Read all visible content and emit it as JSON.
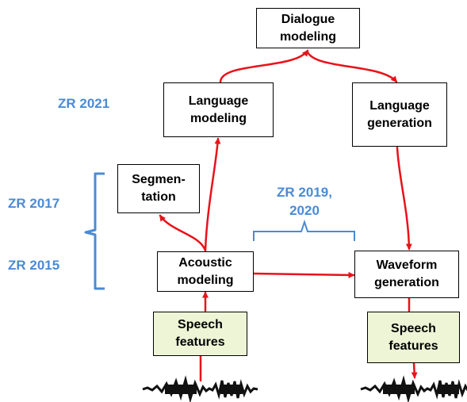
{
  "colors": {
    "arrow": "#e8121a",
    "zr_label": "#4a8bd6",
    "feature_fill": "#eef5d6",
    "box_border": "#000000",
    "waveform": "#111111"
  },
  "boxes": {
    "dialogue": "Dialogue\nmodeling",
    "language_modeling": "Language\nmodeling",
    "language_generation": "Language\ngeneration",
    "segmentation": "Segmen-\ntation",
    "acoustic": "Acoustic\nmodeling",
    "waveform_generation": "Waveform\ngeneration",
    "speech_features_in": "Speech\nfeatures",
    "speech_features_out": "Speech\nfeatures"
  },
  "zr_labels": {
    "zr2021": "ZR 2021",
    "zr2017": "ZR 2017",
    "zr2015": "ZR 2015",
    "zr2019": "ZR 2019,\n2020"
  },
  "icons": {
    "waveform_in": "audio-waveform-icon",
    "waveform_out": "audio-waveform-icon"
  }
}
